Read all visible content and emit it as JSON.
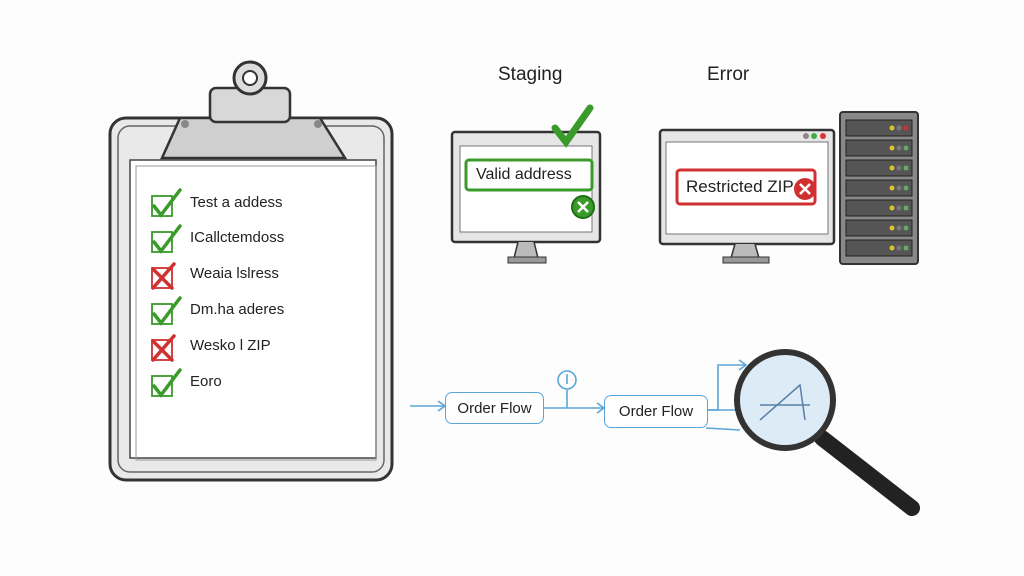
{
  "checklist": {
    "items": [
      {
        "label": "Test a addess",
        "status": "pass"
      },
      {
        "label": "ICallctemdoss",
        "status": "pass"
      },
      {
        "label": "Weaia lslress",
        "status": "fail"
      },
      {
        "label": "Dm.ha aderes",
        "status": "pass"
      },
      {
        "label": "Wesko l ZIP",
        "status": "fail"
      },
      {
        "label": "Eoro",
        "status": "pass"
      }
    ]
  },
  "staging": {
    "title": "Staging",
    "field_text": "Valid address"
  },
  "error": {
    "title": "Error",
    "field_text": "Restricted ZIP"
  },
  "flow": {
    "step1": "Order Flow",
    "step2": "Order Flow"
  },
  "colors": {
    "pass": "#3a9a2a",
    "fail": "#d03030",
    "flow": "#5aa6d8"
  }
}
